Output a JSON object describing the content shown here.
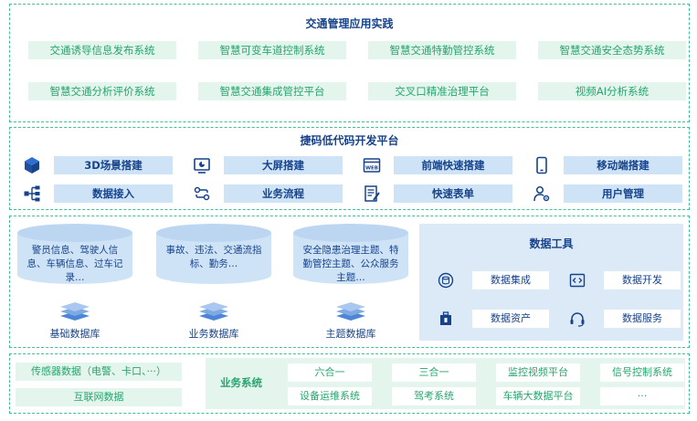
{
  "application_layer": {
    "title": "交通管理应用实践",
    "apps": [
      "交通诱导信息发布系统",
      "智慧可变车道控制系统",
      "智慧交通特勤管控系统",
      "智慧交通安全态势系统",
      "智慧交通分析评价系统",
      "智慧交通集成管控平台",
      "交叉口精准治理平台",
      "视频AI分析系统"
    ]
  },
  "lowcode_platform": {
    "title": "捷码低代码开发平台",
    "tools": [
      {
        "label": "3D场景搭建",
        "icon": "cube-icon"
      },
      {
        "label": "大屏搭建",
        "icon": "dashboard-screen-icon"
      },
      {
        "label": "前端快速搭建",
        "icon": "web-browser-icon"
      },
      {
        "label": "移动端搭建",
        "icon": "mobile-phone-icon"
      },
      {
        "label": "数据接入",
        "icon": "network-tree-icon"
      },
      {
        "label": "业务流程",
        "icon": "workflow-icon"
      },
      {
        "label": "快速表单",
        "icon": "form-document-icon"
      },
      {
        "label": "用户管理",
        "icon": "user-gear-icon"
      }
    ]
  },
  "data_layer": {
    "databases": [
      {
        "content": "警员信息、驾驶人信息、车辆信息、过车记录…",
        "name": "基础数据库"
      },
      {
        "content": "事故、违法、交通流指标、勤务…",
        "name": "业务数据库"
      },
      {
        "content": "安全隐患治理主题、特勤管控主题、公众服务主题…",
        "name": "主题数据库"
      }
    ],
    "data_tools": {
      "title": "数据工具",
      "items": [
        {
          "label": "数据集成",
          "icon": "integration-icon"
        },
        {
          "label": "数据开发",
          "icon": "code-icon"
        },
        {
          "label": "数据资产",
          "icon": "asset-icon"
        },
        {
          "label": "数据服务",
          "icon": "service-headset-icon"
        }
      ]
    }
  },
  "source_layer": {
    "sources": [
      "传感器数据（电警、卡口、···）",
      "互联网数据"
    ],
    "business_systems": {
      "title": "业务系统",
      "items": [
        "六合一",
        "三合一",
        "监控视频平台",
        "信号控制系统",
        "设备运维系统",
        "驾考系统",
        "车辆大数据平台",
        "···"
      ]
    }
  },
  "colors": {
    "green_accent": "#27a56e",
    "green_fill": "#e3f5ec",
    "dashed_border": "#3fbf94",
    "navy_text": "#17438b",
    "blue_fill": "#cfe3f7",
    "panel_blue": "#dceaf8"
  }
}
